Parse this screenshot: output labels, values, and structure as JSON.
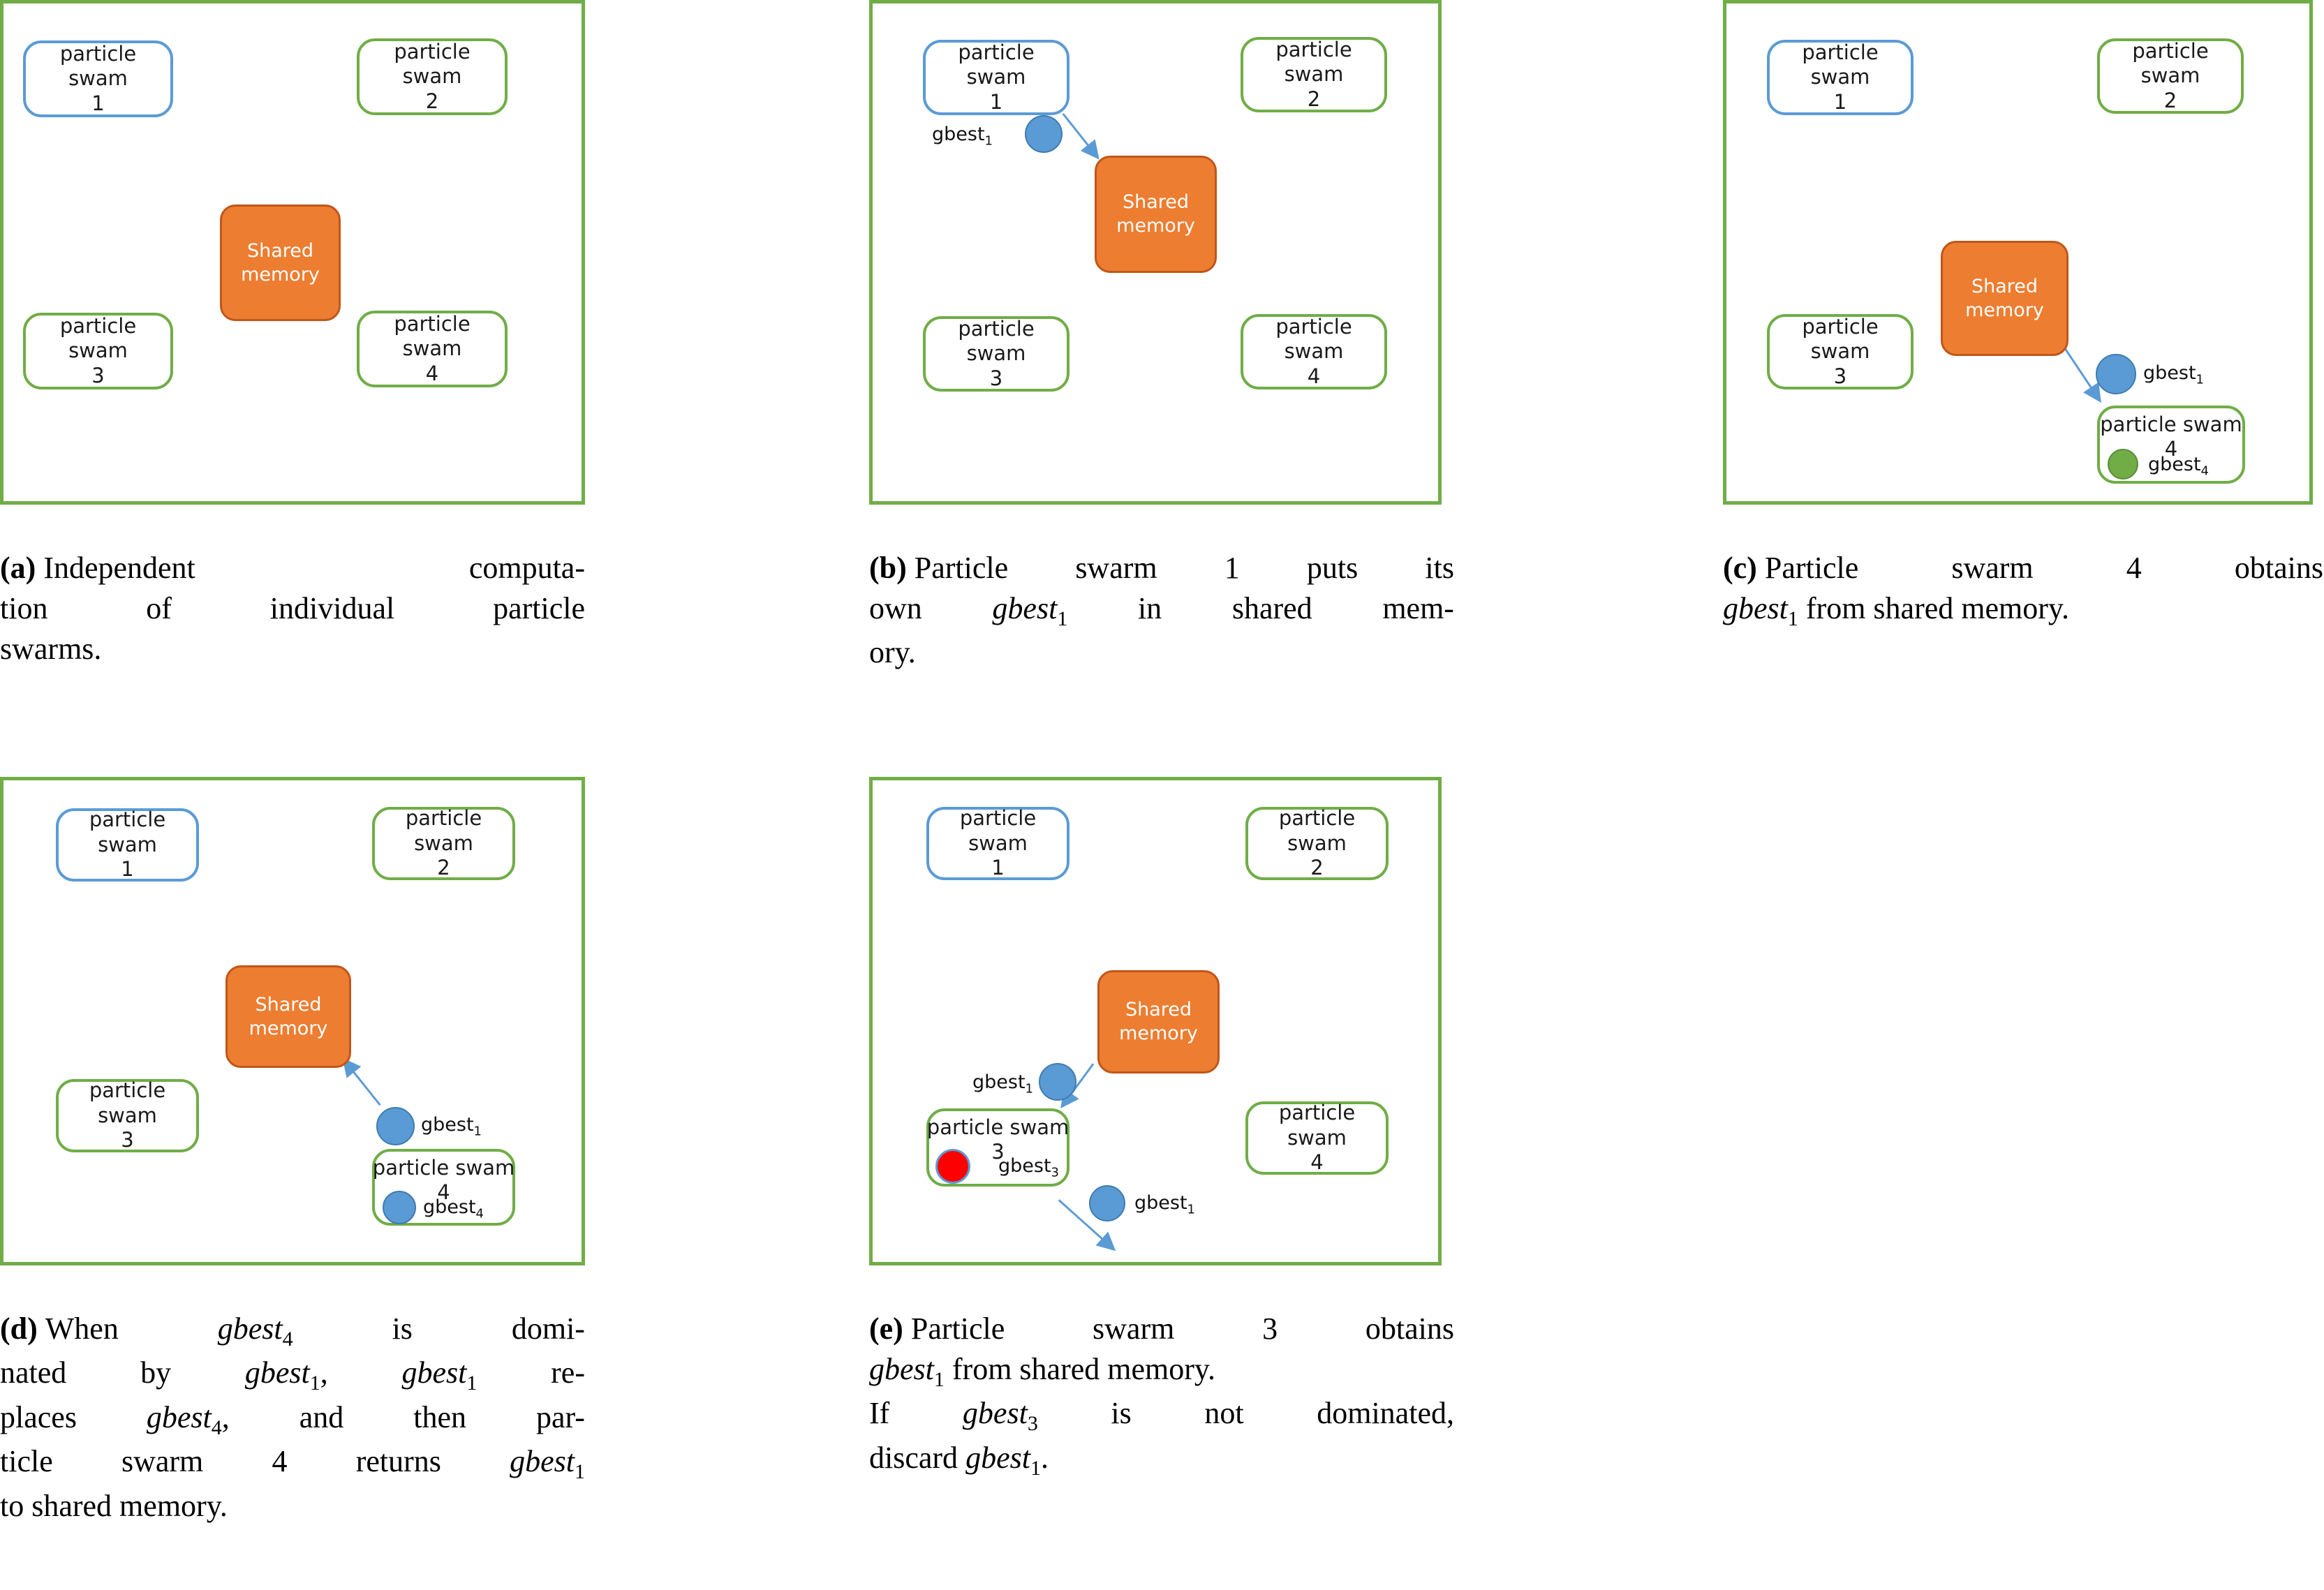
{
  "figure": {
    "kind": "multi-panel-diagram",
    "panel_count": 5,
    "colors": {
      "panel_border_green": "#70AD47",
      "swarm_border_green": "#70AD47",
      "swarm_border_blue": "#5B9BD5",
      "shared_memory_fill": "#ED7D31",
      "shared_memory_border": "#C0561A",
      "shared_memory_text": "#FFFFFF",
      "dot_blue": "#5B9BD5",
      "dot_green": "#70AD47",
      "dot_red": "#FF0000",
      "arrow": "#5B9BD5",
      "text": "#111111"
    },
    "shared_memory_label": {
      "line1": "Shared",
      "line2": "memory"
    },
    "swarm_word_particle": "particle",
    "swarm_word_swam": "swam",
    "swarm_inline_label": "particle swam"
  },
  "panels": [
    {
      "id": "a",
      "letter": "(a)",
      "swarms": [
        {
          "id": "s1",
          "line1": "particle",
          "line2": "swam",
          "line3": "1",
          "border": "blue"
        },
        {
          "id": "s2",
          "line1": "particle",
          "line2": "swam",
          "line3": "2",
          "border": "green"
        },
        {
          "id": "s3",
          "line1": "particle",
          "line2": "swam",
          "line3": "3",
          "border": "green"
        },
        {
          "id": "s4",
          "line1": "particle",
          "line2": "swam",
          "line3": "4",
          "border": "green"
        }
      ],
      "dots": [],
      "arrows": [],
      "caption_lines": [
        [
          "(a)",
          "Independent",
          "computa-"
        ],
        [
          "tion",
          "of",
          "individual",
          "particle"
        ],
        [
          "swarms."
        ]
      ],
      "caption_text": "(a) Independent computation of individual particle swarms."
    },
    {
      "id": "b",
      "letter": "(b)",
      "swarms": [
        {
          "id": "s1",
          "line1": "particle",
          "line2": "swam",
          "line3": "1",
          "border": "blue"
        },
        {
          "id": "s2",
          "line1": "particle",
          "line2": "swam",
          "line3": "2",
          "border": "green"
        },
        {
          "id": "s3",
          "line1": "particle",
          "line2": "swam",
          "line3": "3",
          "border": "green"
        },
        {
          "id": "s4",
          "line1": "particle",
          "line2": "swam",
          "line3": "4",
          "border": "green"
        }
      ],
      "dots": [
        {
          "id": "gbest1",
          "color": "blue",
          "label": "gbest",
          "sub": "1",
          "label_side": "left"
        }
      ],
      "arrows": [
        {
          "from": "particle swam 1",
          "to": "Shared memory"
        }
      ],
      "caption_lines": [
        [
          "(b)",
          "Particle",
          "swarm",
          "1",
          "puts",
          "its"
        ],
        [
          "own",
          "gbest1",
          "in",
          "shared",
          "mem-"
        ],
        [
          "ory."
        ]
      ],
      "caption_text": "(b) Particle swarm 1 puts its own gbest1 in shared memory."
    },
    {
      "id": "c",
      "letter": "(c)",
      "swarms": [
        {
          "id": "s1",
          "line1": "particle",
          "line2": "swam",
          "line3": "1",
          "border": "blue"
        },
        {
          "id": "s2",
          "line1": "particle",
          "line2": "swam",
          "line3": "2",
          "border": "green"
        },
        {
          "id": "s3",
          "line1": "particle",
          "line2": "swam",
          "line3": "3",
          "border": "green"
        },
        {
          "id": "s4",
          "line1": "particle swam",
          "line2": "4",
          "line3": "",
          "border": "green",
          "inline": true
        }
      ],
      "dots": [
        {
          "id": "gbest1",
          "color": "blue",
          "label": "gbest",
          "sub": "1",
          "label_side": "right"
        },
        {
          "id": "gbest4",
          "color": "green",
          "label": "gbest",
          "sub": "4",
          "label_side": "right",
          "inside_swarm": "s4"
        }
      ],
      "arrows": [
        {
          "from": "Shared memory",
          "to": "particle swam 4"
        }
      ],
      "caption_lines": [
        [
          "(c)",
          "Particle",
          "swarm",
          "4",
          "obtains"
        ],
        [
          "gbest1",
          "from",
          "shared",
          "memory."
        ]
      ],
      "caption_text": "(c) Particle swarm 4 obtains gbest1 from shared memory."
    },
    {
      "id": "d",
      "letter": "(d)",
      "swarms": [
        {
          "id": "s1",
          "line1": "particle",
          "line2": "swam",
          "line3": "1",
          "border": "blue"
        },
        {
          "id": "s2",
          "line1": "particle",
          "line2": "swam",
          "line3": "2",
          "border": "green"
        },
        {
          "id": "s3",
          "line1": "particle",
          "line2": "swam",
          "line3": "3",
          "border": "green"
        },
        {
          "id": "s4",
          "line1": "particle swam",
          "line2": "4",
          "line3": "",
          "border": "green",
          "inline": true
        }
      ],
      "dots": [
        {
          "id": "gbest1",
          "color": "blue",
          "label": "gbest",
          "sub": "1",
          "label_side": "right"
        },
        {
          "id": "gbest4",
          "color": "blue",
          "label": "gbest",
          "sub": "4",
          "label_side": "right",
          "inside_swarm": "s4"
        }
      ],
      "arrows": [
        {
          "from": "particle swam 4",
          "to": "Shared memory"
        }
      ],
      "caption_lines": [
        [
          "(d)",
          "When",
          "gbest4",
          "is",
          "domi-"
        ],
        [
          "nated",
          "by",
          "gbest1,",
          "gbest1",
          "re-"
        ],
        [
          "places",
          "gbest4,",
          "and",
          "then",
          "par-"
        ],
        [
          "ticle",
          "swarm",
          "4",
          "returns",
          "gbest1"
        ],
        [
          "to",
          "shared",
          "memory."
        ]
      ],
      "caption_text": "(d) When gbest4 is dominated by gbest1, gbest1 replaces gbest4, and then particle swarm 4 returns gbest1 to shared memory."
    },
    {
      "id": "e",
      "letter": "(e)",
      "swarms": [
        {
          "id": "s1",
          "line1": "particle",
          "line2": "swam",
          "line3": "1",
          "border": "blue"
        },
        {
          "id": "s2",
          "line1": "particle",
          "line2": "swam",
          "line3": "2",
          "border": "green"
        },
        {
          "id": "s3",
          "line1": "particle swam",
          "line2": "3",
          "line3": "",
          "border": "green",
          "inline": true
        },
        {
          "id": "s4",
          "line1": "particle",
          "line2": "swam",
          "line3": "4",
          "border": "green"
        }
      ],
      "dots": [
        {
          "id": "gbest1-top",
          "color": "blue",
          "label": "gbest",
          "sub": "1",
          "label_side": "left"
        },
        {
          "id": "gbest3",
          "color": "red",
          "label": "gbest",
          "sub": "3",
          "label_side": "right",
          "inside_swarm": "s3"
        },
        {
          "id": "gbest1-out",
          "color": "blue",
          "label": "gbest",
          "sub": "1",
          "label_side": "right"
        }
      ],
      "arrows": [
        {
          "from": "Shared memory",
          "to": "particle swam 3"
        },
        {
          "from": "particle swam 3",
          "to": "discard"
        }
      ],
      "caption_lines": [
        [
          "(e)",
          "Particle",
          "swarm",
          "3",
          "obtains"
        ],
        [
          "gbest1",
          "from",
          "shared",
          "memory."
        ],
        [
          "If",
          "gbest3",
          "is",
          "not",
          "dominated,"
        ],
        [
          "discard",
          "gbest1."
        ]
      ],
      "caption_text": "(e) Particle swarm 3 obtains gbest1 from shared memory. If gbest3 is not dominated, discard gbest1."
    }
  ]
}
